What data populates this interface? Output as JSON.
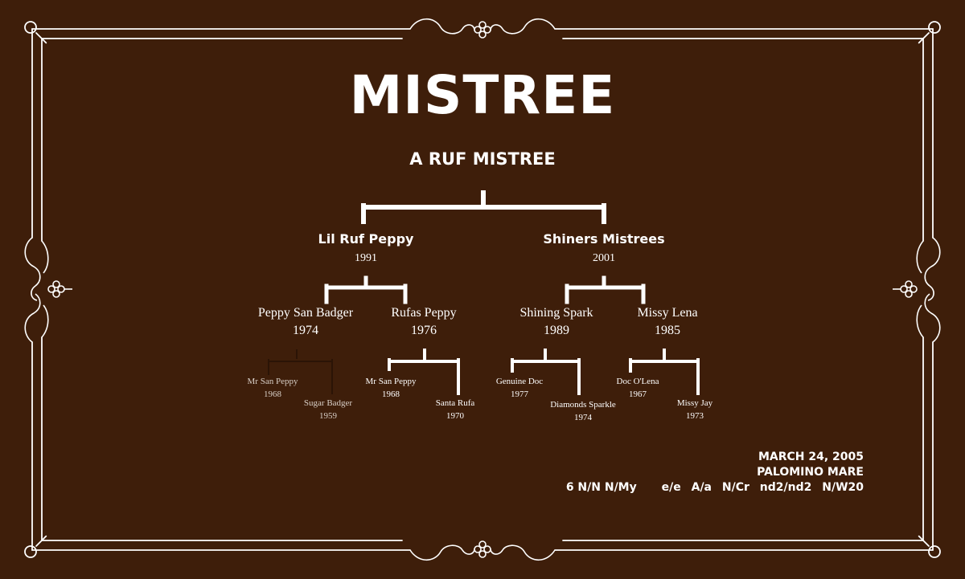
{
  "title": "MISTREE",
  "subject": "A RUF MISTREE",
  "sire": {
    "name": "Lil Ruf Peppy",
    "year": "1991"
  },
  "dam": {
    "name": "Shiners Mistrees",
    "year": "2001"
  },
  "grandparents": [
    {
      "name": "Peppy San Badger",
      "year": "1974"
    },
    {
      "name": "Rufas Peppy",
      "year": "1976"
    },
    {
      "name": "Shining Spark",
      "year": "1989"
    },
    {
      "name": "Missy Lena",
      "year": "1985"
    }
  ],
  "great_grandparents": [
    {
      "name": "Mr San Peppy",
      "year": "1968"
    },
    {
      "name": "Sugar Badger",
      "year": "1959"
    },
    {
      "name": "Mr San Peppy",
      "year": "1968"
    },
    {
      "name": "Santa Rufa",
      "year": "1970"
    },
    {
      "name": "Genuine Doc",
      "year": "1977"
    },
    {
      "name": "Diamonds Sparkle",
      "year": "1974"
    },
    {
      "name": "Doc O'Lena",
      "year": "1967"
    },
    {
      "name": "Missy Jay",
      "year": "1973"
    }
  ],
  "info": {
    "birth_date": "MARCH 24, 2005",
    "color_sex": "PALOMINO MARE",
    "genetics": [
      "6 N/N N/My",
      "e/e",
      "A/a",
      "N/Cr",
      "nd2/nd2",
      "N/W20"
    ]
  },
  "colors": {
    "background": "#3e1e0a",
    "ink": "#ffffff"
  },
  "icons": [
    "ornamental-frame",
    "flourish-scroll-icon"
  ]
}
